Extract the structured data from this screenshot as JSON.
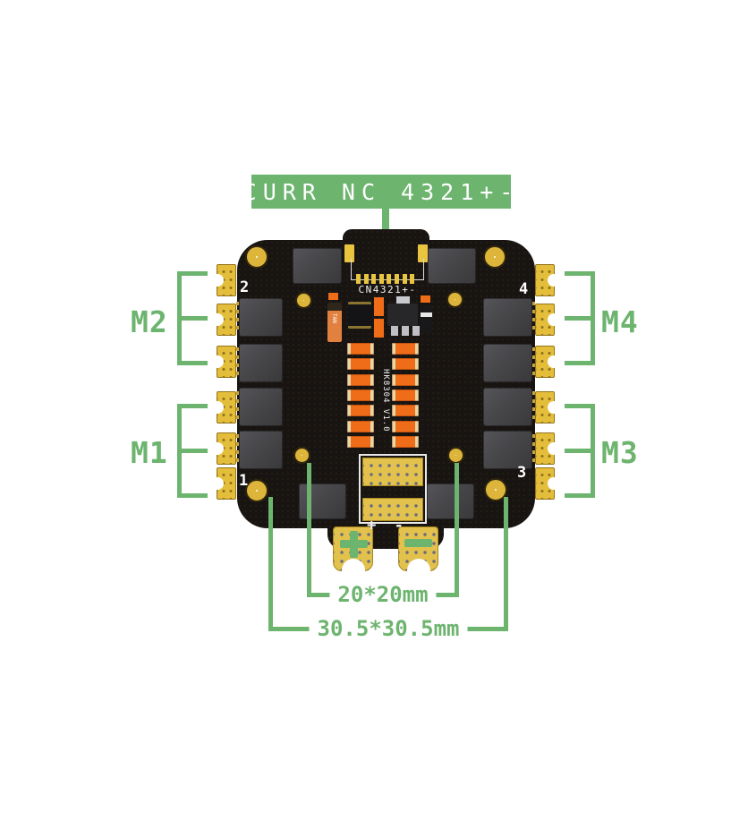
{
  "colors": {
    "accent_green": "#6db46f",
    "board_black": "#181412",
    "pad_gold": "#e4be3b",
    "component_orange": "#ef6c18",
    "mosfet_gray": "#47474a",
    "silkscreen_white": "#ffffff"
  },
  "banner": {
    "label": "CURR NC 4321+-"
  },
  "motor_labels": {
    "m1": "M1",
    "m2": "M2",
    "m3": "M3",
    "m4": "M4"
  },
  "dimension_labels": {
    "inner": "20*20mm",
    "outer": "30.5*30.5mm"
  },
  "silkscreen": {
    "connector": "CN4321+-",
    "version": "HK8304 V1.0",
    "tantalum": "TAN",
    "battery_polarity": "+ -",
    "corner_numbers": {
      "top_left": "2",
      "top_right": "4",
      "bottom_left": "1",
      "bottom_right": "3"
    }
  }
}
